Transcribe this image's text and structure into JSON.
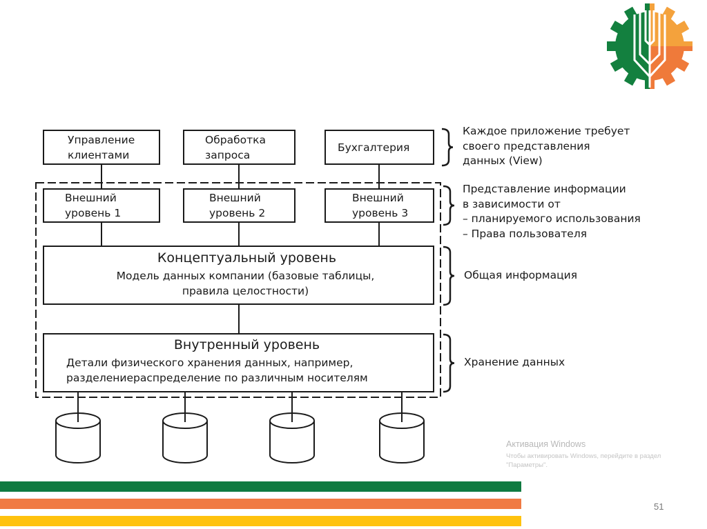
{
  "slide": {
    "page_number": "51",
    "colors": {
      "green": "#0f7a40",
      "orange": "#f07a43",
      "yellow": "#ffc20e",
      "logo_green": "#13803f",
      "logo_orange": "#f4a23c",
      "logo_dark_orange": "#ef7a3a"
    }
  },
  "diagram": {
    "applications": [
      {
        "line1": "Управление",
        "line2": "клиентами"
      },
      {
        "line1": "Обработка",
        "line2": "запроса"
      },
      {
        "line1": "Бухгалтерия",
        "line2": ""
      }
    ],
    "external_levels": [
      {
        "line1": "Внешний",
        "line2": "уровень 1"
      },
      {
        "line1": "Внешний",
        "line2": "уровень 2"
      },
      {
        "line1": "Внешний",
        "line2": "уровень 3"
      }
    ],
    "conceptual": {
      "title": "Концептуальный уровень",
      "line1": "Модель данных компании (базовые таблицы,",
      "line2": "правила целостности)"
    },
    "internal": {
      "title": "Внутренный уровень",
      "line1": "Детали физического хранения данных, например,",
      "line2": "разделениераспределение по различным носителям"
    },
    "storage_count": 4
  },
  "annotations": {
    "applications": [
      "Каждое приложение требует",
      "своего представления",
      "данных (View)"
    ],
    "external": [
      "Представление информации",
      "в зависимости от",
      "– планируемого использования",
      "– Права пользователя"
    ],
    "conceptual": [
      "Общая информация"
    ],
    "internal": [
      "Хранение данных"
    ]
  },
  "watermark": {
    "title": "Активация Windows",
    "line1": "Чтобы активировать Windows, перейдите в раздел",
    "line2": "\"Параметры\"."
  }
}
